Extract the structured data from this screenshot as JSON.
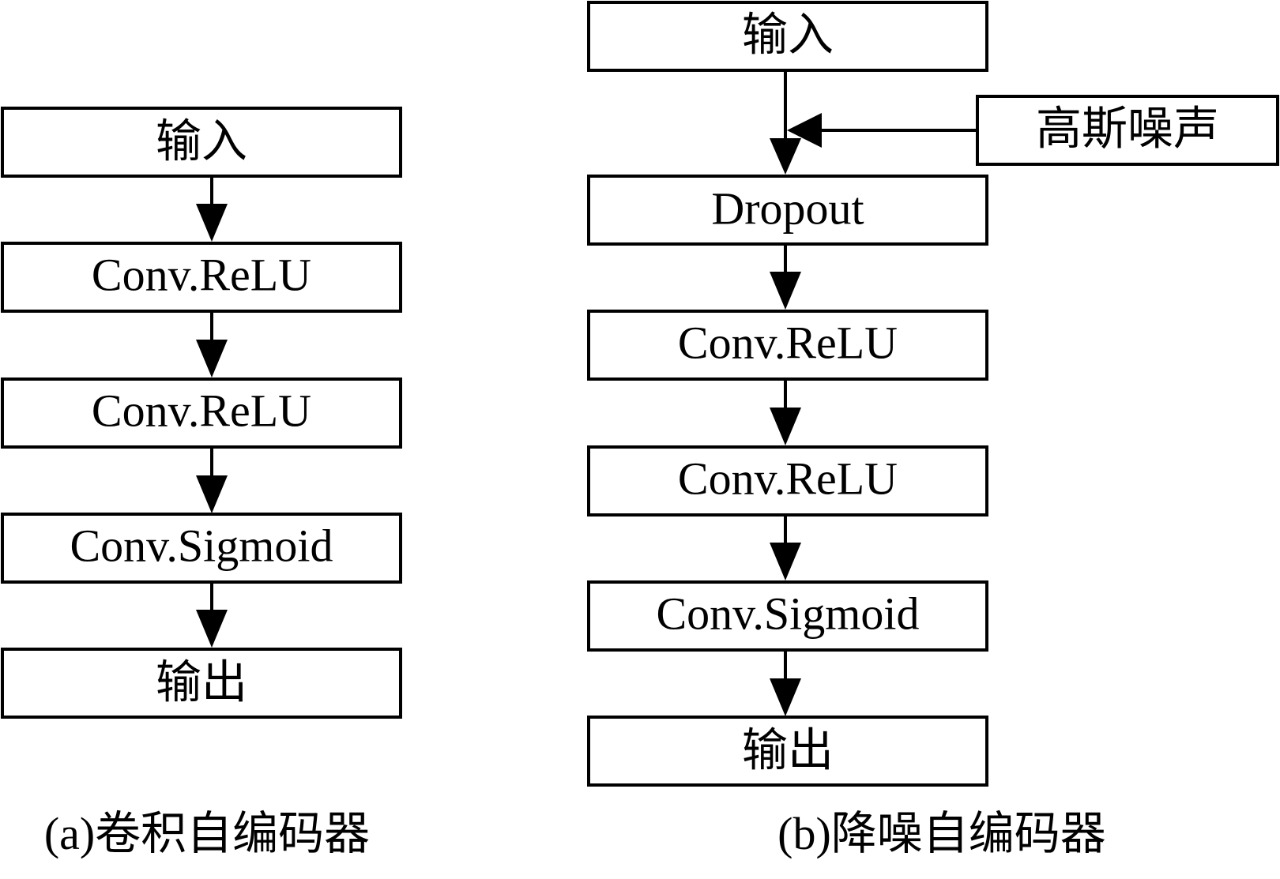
{
  "diagram_a": {
    "nodes": {
      "input": "输入",
      "conv1": "Conv.ReLU",
      "conv2": "Conv.ReLU",
      "conv3": "Conv.Sigmoid",
      "output": "输出"
    },
    "caption": "(a)卷积自编码器"
  },
  "diagram_b": {
    "nodes": {
      "input": "输入",
      "noise": "高斯噪声",
      "dropout": "Dropout",
      "conv1": "Conv.ReLU",
      "conv2": "Conv.ReLU",
      "conv3": "Conv.Sigmoid",
      "output": "输出"
    },
    "caption": "(b)降噪自编码器"
  }
}
